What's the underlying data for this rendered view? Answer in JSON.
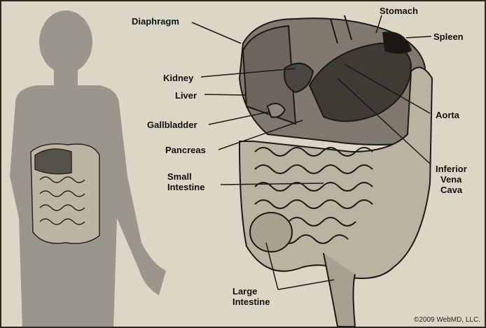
{
  "labels": {
    "diaphragm": "Diaphragm",
    "stomach": "Stomach",
    "spleen": "Spleen",
    "kidney": "Kidney",
    "liver": "Liver",
    "gallbladder": "Gallbladder",
    "aorta": "Aorta",
    "pancreas": "Pancreas",
    "inferior_line1": "Inferior",
    "inferior_line2": "Vena",
    "inferior_line3": "Cava",
    "small_line1": "Small",
    "small_line2": "Intestine",
    "large_line1": "Large",
    "large_line2": "Intestine"
  },
  "credit": "©2009 WebMD, LLC."
}
